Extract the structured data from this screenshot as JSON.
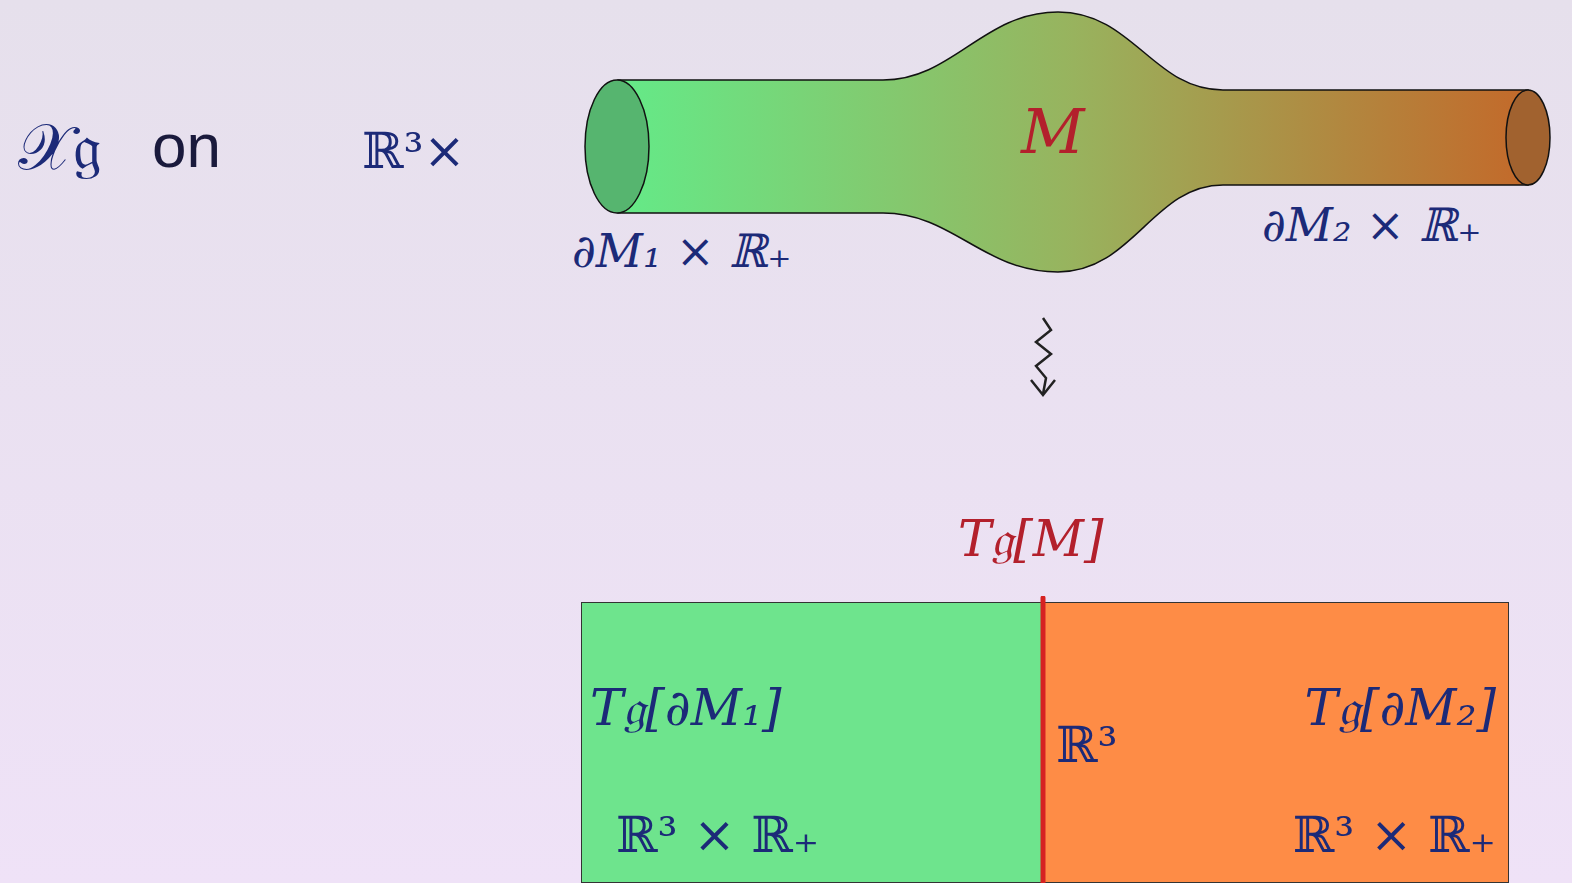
{
  "diagram": {
    "nodes": [
      {
        "text": [
          "M"
        ]
      },
      {
        "text": [
          "T𝔤[∂M₁]",
          "ℝ³ × ℝ₊"
        ]
      },
      {
        "text": [
          "T𝔤[∂M₂]",
          "ℝ³ × ℝ₊"
        ]
      }
    ],
    "labels": [
      "𝒳𝔤",
      "on",
      "ℝ³×",
      "∂M₁ × ℝ₊",
      "∂M₂ × ℝ₊",
      "T𝔤[M]",
      "ℝ³"
    ]
  }
}
